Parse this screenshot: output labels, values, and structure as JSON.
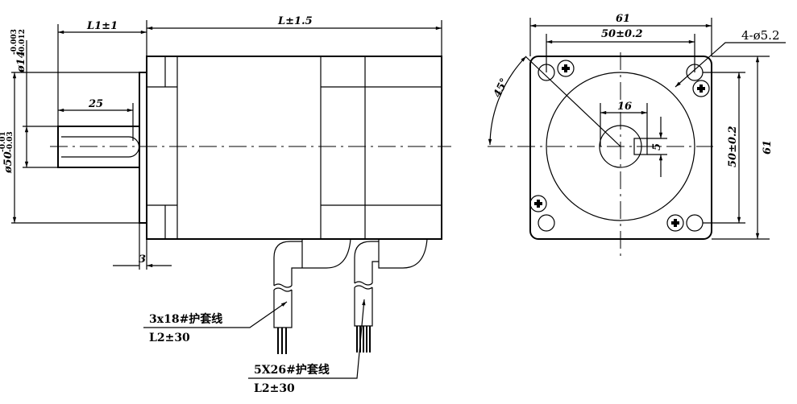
{
  "side_view": {
    "length_dim": "L±1.5",
    "shaft_length_dim": "L1±1",
    "key_length_dim": "25",
    "flange_thickness_dim": "3",
    "shaft_diameter": "ø14",
    "shaft_tolerance_upper": "-0.003",
    "shaft_tolerance_lower": "-0.012",
    "pilot_diameter": "ø50",
    "pilot_tolerance_upper": "-0.01",
    "pilot_tolerance_lower": "-0.03"
  },
  "cables": [
    {
      "spec": "3x18#护套线",
      "length": "L2±30"
    },
    {
      "spec": "5X26#护套线",
      "length": "L2±30"
    }
  ],
  "front_view": {
    "width_dim": "61",
    "hole_spacing_dim": "50±0.2",
    "height_dim": "61",
    "hole_spacing_vertical_dim": "50±0.2",
    "holes_callout": "4-ø5.2",
    "angle_dim": "45°",
    "pilot_dim": "16",
    "key_dim": "5"
  }
}
